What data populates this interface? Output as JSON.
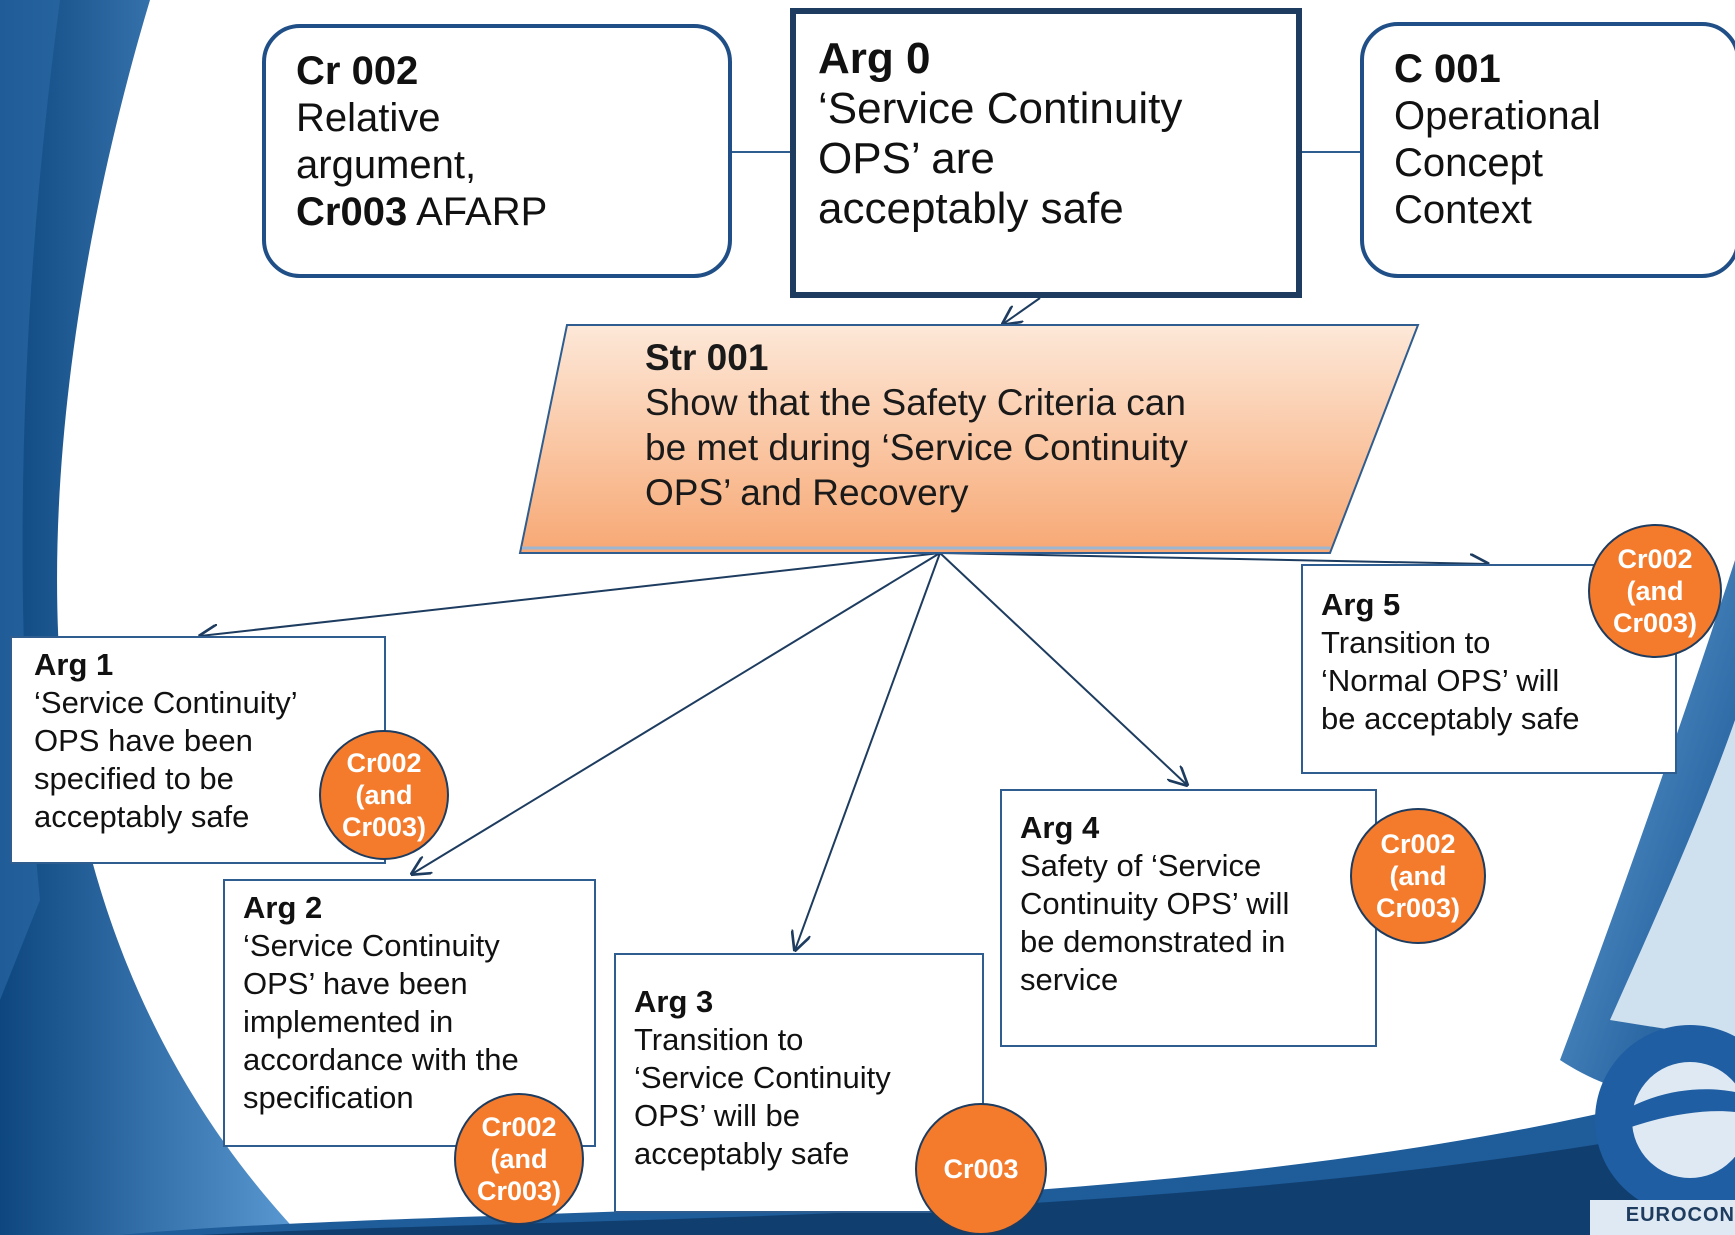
{
  "colors": {
    "accent": "#f47a2c",
    "strategy_fill": "#f8b88f",
    "box_border": "#1f4f86",
    "background_curve": "#1e5c9a"
  },
  "cr002": {
    "id": "Cr 002",
    "lines": [
      "Relative",
      "argument,"
    ],
    "id2": "Cr003",
    "suffix": " AFARP"
  },
  "arg0": {
    "id": "Arg 0",
    "lines": [
      "‘Service Continuity",
      "OPS’ are",
      "acceptably safe"
    ]
  },
  "c001": {
    "id": "C 001",
    "lines": [
      "Operational",
      "Concept",
      "Context"
    ]
  },
  "str001": {
    "id": "Str 001",
    "lines": [
      "Show that the Safety Criteria can",
      "be met during ‘Service Continuity",
      "OPS’ and Recovery"
    ]
  },
  "arg1": {
    "id": "Arg 1",
    "lines": [
      "‘Service Continuity’",
      "OPS have been",
      "specified to be",
      "acceptably safe"
    ]
  },
  "arg2": {
    "id": "Arg 2",
    "lines": [
      "‘Service Continuity",
      "OPS’ have been",
      "implemented in",
      "accordance with the",
      "specification"
    ]
  },
  "arg3": {
    "id": "Arg 3",
    "lines": [
      "Transition to",
      "‘Service Continuity",
      "OPS’ will be",
      "acceptably safe"
    ]
  },
  "arg4": {
    "id": "Arg 4",
    "lines": [
      "Safety of ‘Service",
      "Continuity OPS’ will",
      "be demonstrated in",
      "service"
    ]
  },
  "arg5": {
    "id": "Arg 5",
    "lines": [
      "Transition to",
      "‘Normal OPS’ will",
      "be acceptably safe"
    ]
  },
  "badge_full": [
    "Cr002",
    "(and",
    "Cr003)"
  ],
  "badge_cr003": "Cr003",
  "logo_text": "EUROCON"
}
